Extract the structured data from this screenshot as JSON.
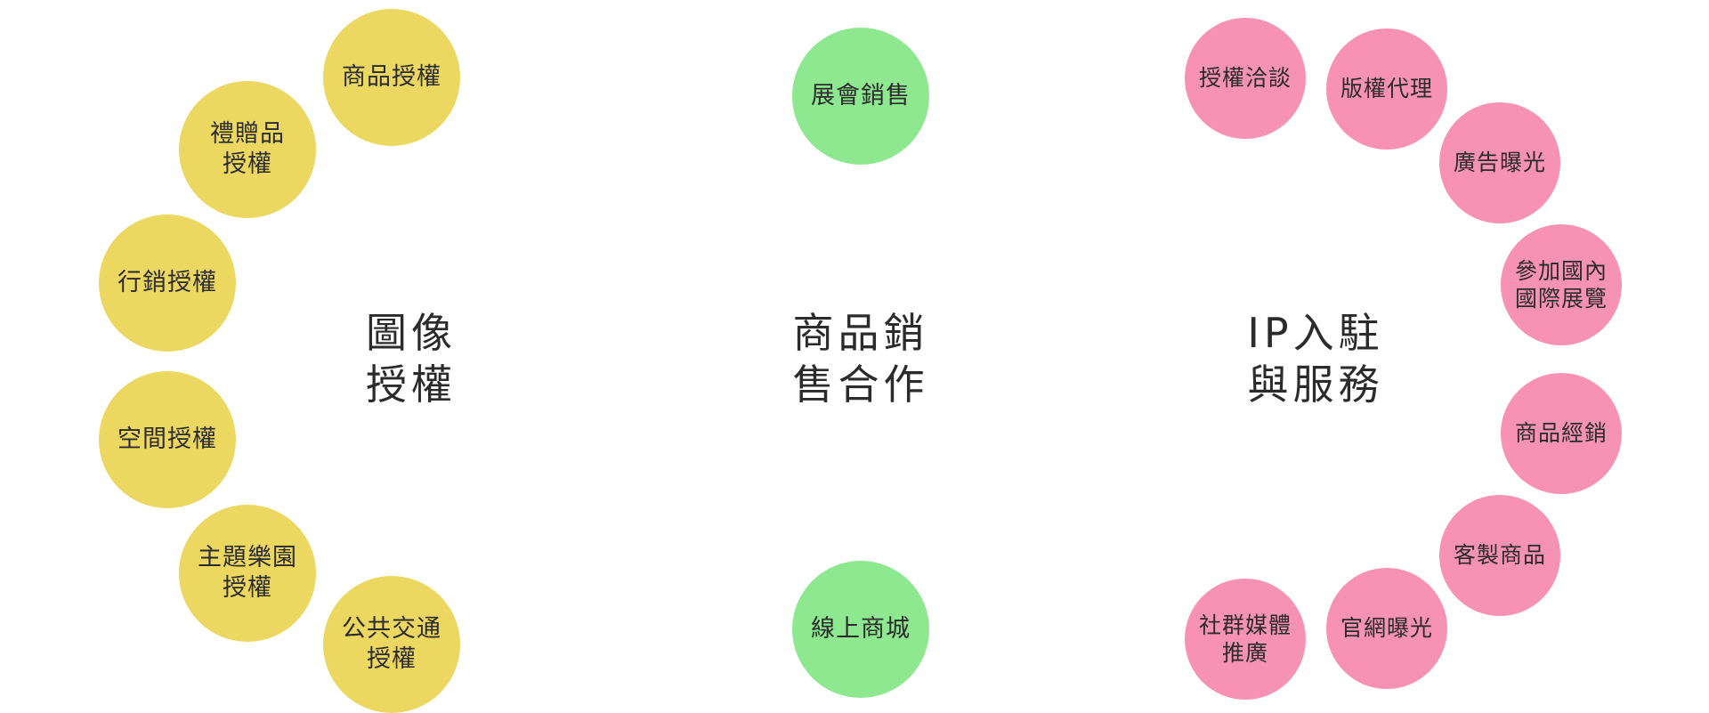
{
  "groups": {
    "image_license": {
      "title": "圖像\n授權",
      "color": "#ecd760",
      "items": [
        "商品授權",
        "禮贈品\n授權",
        "行銷授權",
        "空間授權",
        "主題樂園\n授權",
        "公共交通\n授權"
      ]
    },
    "product_sales": {
      "title": "商品銷\n售合作",
      "color": "#8ee88f",
      "items": [
        "展會銷售",
        "線上商城"
      ]
    },
    "ip_services": {
      "title": "IP入駐\n與服務",
      "color": "#f792b4",
      "items": [
        "授權洽談",
        "版權代理",
        "廣告曝光",
        "參加國內\n國際展覽",
        "商品經銷",
        "客製商品",
        "官網曝光",
        "社群媒體\n推廣"
      ]
    }
  }
}
